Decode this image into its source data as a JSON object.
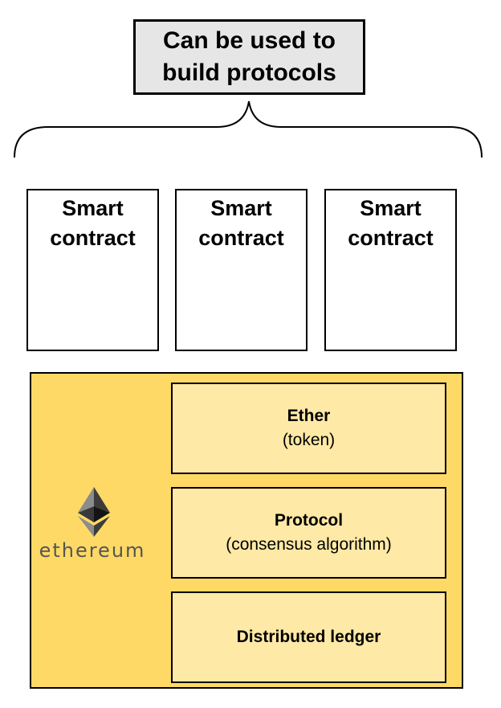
{
  "header": {
    "line1": "Can be used to",
    "line2": "build protocols"
  },
  "contracts": [
    {
      "line1": "Smart",
      "line2": "contract"
    },
    {
      "line1": "Smart",
      "line2": "contract"
    },
    {
      "line1": "Smart",
      "line2": "contract"
    }
  ],
  "ethereum": {
    "logo_icon": "ethereum-diamond-icon",
    "wordmark": "ethereum",
    "panel_color": "#fed966",
    "layer_color": "#ffe9a6",
    "layers": [
      {
        "title": "Ether",
        "subtitle": "(token)"
      },
      {
        "title": "Protocol",
        "subtitle": "(consensus algorithm)"
      },
      {
        "title": "Distributed ledger",
        "subtitle": ""
      }
    ]
  }
}
